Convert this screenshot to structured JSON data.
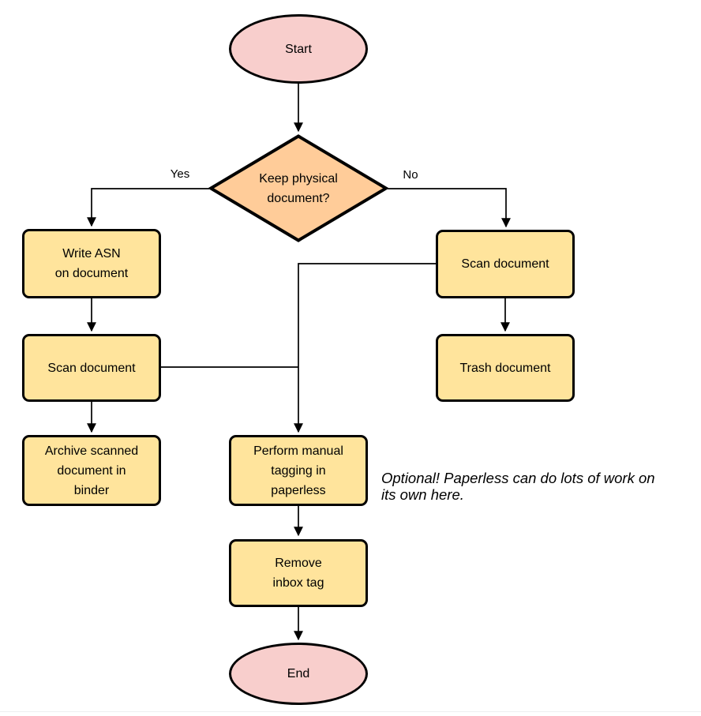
{
  "flowchart": {
    "nodes": {
      "start": "Start",
      "decision": "Keep physical\ndocument?",
      "write_asn": "Write ASN\non document",
      "scan_left": "Scan document",
      "archive": "Archive scanned\ndocument in\nbinder",
      "scan_right": "Scan document",
      "trash": "Trash document",
      "tagging": "Perform manual\ntagging in\npaperless",
      "remove_inbox": "Remove\ninbox tag",
      "end": "End"
    },
    "edge_labels": {
      "yes": "Yes",
      "no": "No"
    },
    "note": "Optional! Paperless can do lots of work on\nits own here.",
    "colors": {
      "terminator_fill": "#f8cecc",
      "decision_fill": "#ffcc99",
      "process_fill": "#ffe49c",
      "stroke": "#000000"
    }
  }
}
